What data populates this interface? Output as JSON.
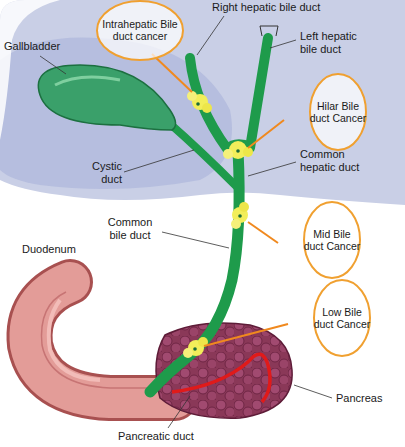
{
  "diagram": {
    "nodes": [
      {
        "text": [
          "Intrahepatic Bile duct cancer"
        ]
      },
      {
        "text": [
          "Hilar Bile duct Cancer"
        ]
      },
      {
        "text": [
          "Mid Bile duct Cancer"
        ]
      },
      {
        "text": [
          "Low Bile duct Cancer"
        ]
      }
    ],
    "labels": [
      "Right hepatic bile duct",
      "Gallbladder",
      "Left hepatic bile duct",
      "Cystic duct",
      "Common hepatic duct",
      "Common bile duct",
      "Duodenum",
      "Pancreas",
      "Pancreatic duct"
    ]
  }
}
